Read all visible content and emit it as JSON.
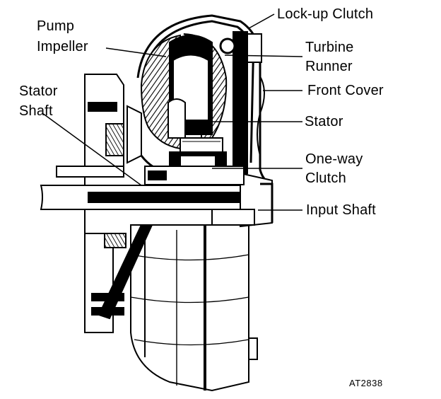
{
  "labels": {
    "lockup_clutch": "Lock-up Clutch",
    "pump_impeller_line1": "Pump",
    "pump_impeller_line2": "Impeller",
    "turbine_runner_line1": "Turbine",
    "turbine_runner_line2": "Runner",
    "front_cover": "Front Cover",
    "stator_shaft_line1": "Stator",
    "stator_shaft_line2": "Shaft",
    "stator": "Stator",
    "oneway_clutch_line1": "One-way",
    "oneway_clutch_line2": "Clutch",
    "input_shaft": "Input Shaft"
  },
  "figure_code": "AT2838"
}
